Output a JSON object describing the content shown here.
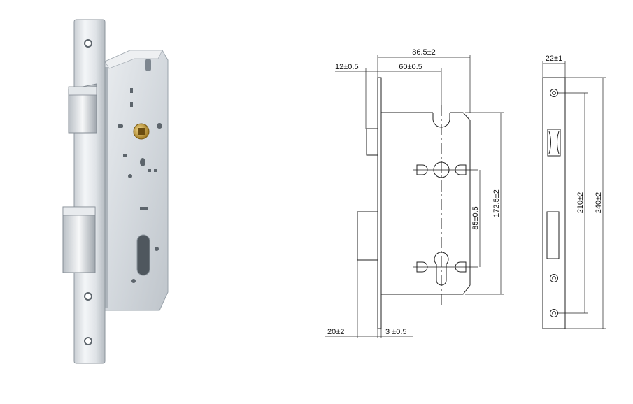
{
  "product_photo": {
    "alt": ""
  },
  "side_view": {
    "dimensions": {
      "overall_depth": "86.5±2",
      "faceplate_offset": "12±0.5",
      "backset": "60±0.5",
      "case_height": "172.5±2",
      "centre_distance": "85±0.5",
      "bolt_projection": "20±2",
      "faceplate_thickness": "3 ±0.5"
    }
  },
  "front_view": {
    "dimensions": {
      "faceplate_width": "22±1",
      "screw_spacing": "210±2",
      "faceplate_height": "240±2"
    }
  },
  "colors": {
    "line": "#222222",
    "steel": "#d8dde2",
    "steel_dark": "#9aa3ab",
    "brass": "#c8a24a"
  }
}
